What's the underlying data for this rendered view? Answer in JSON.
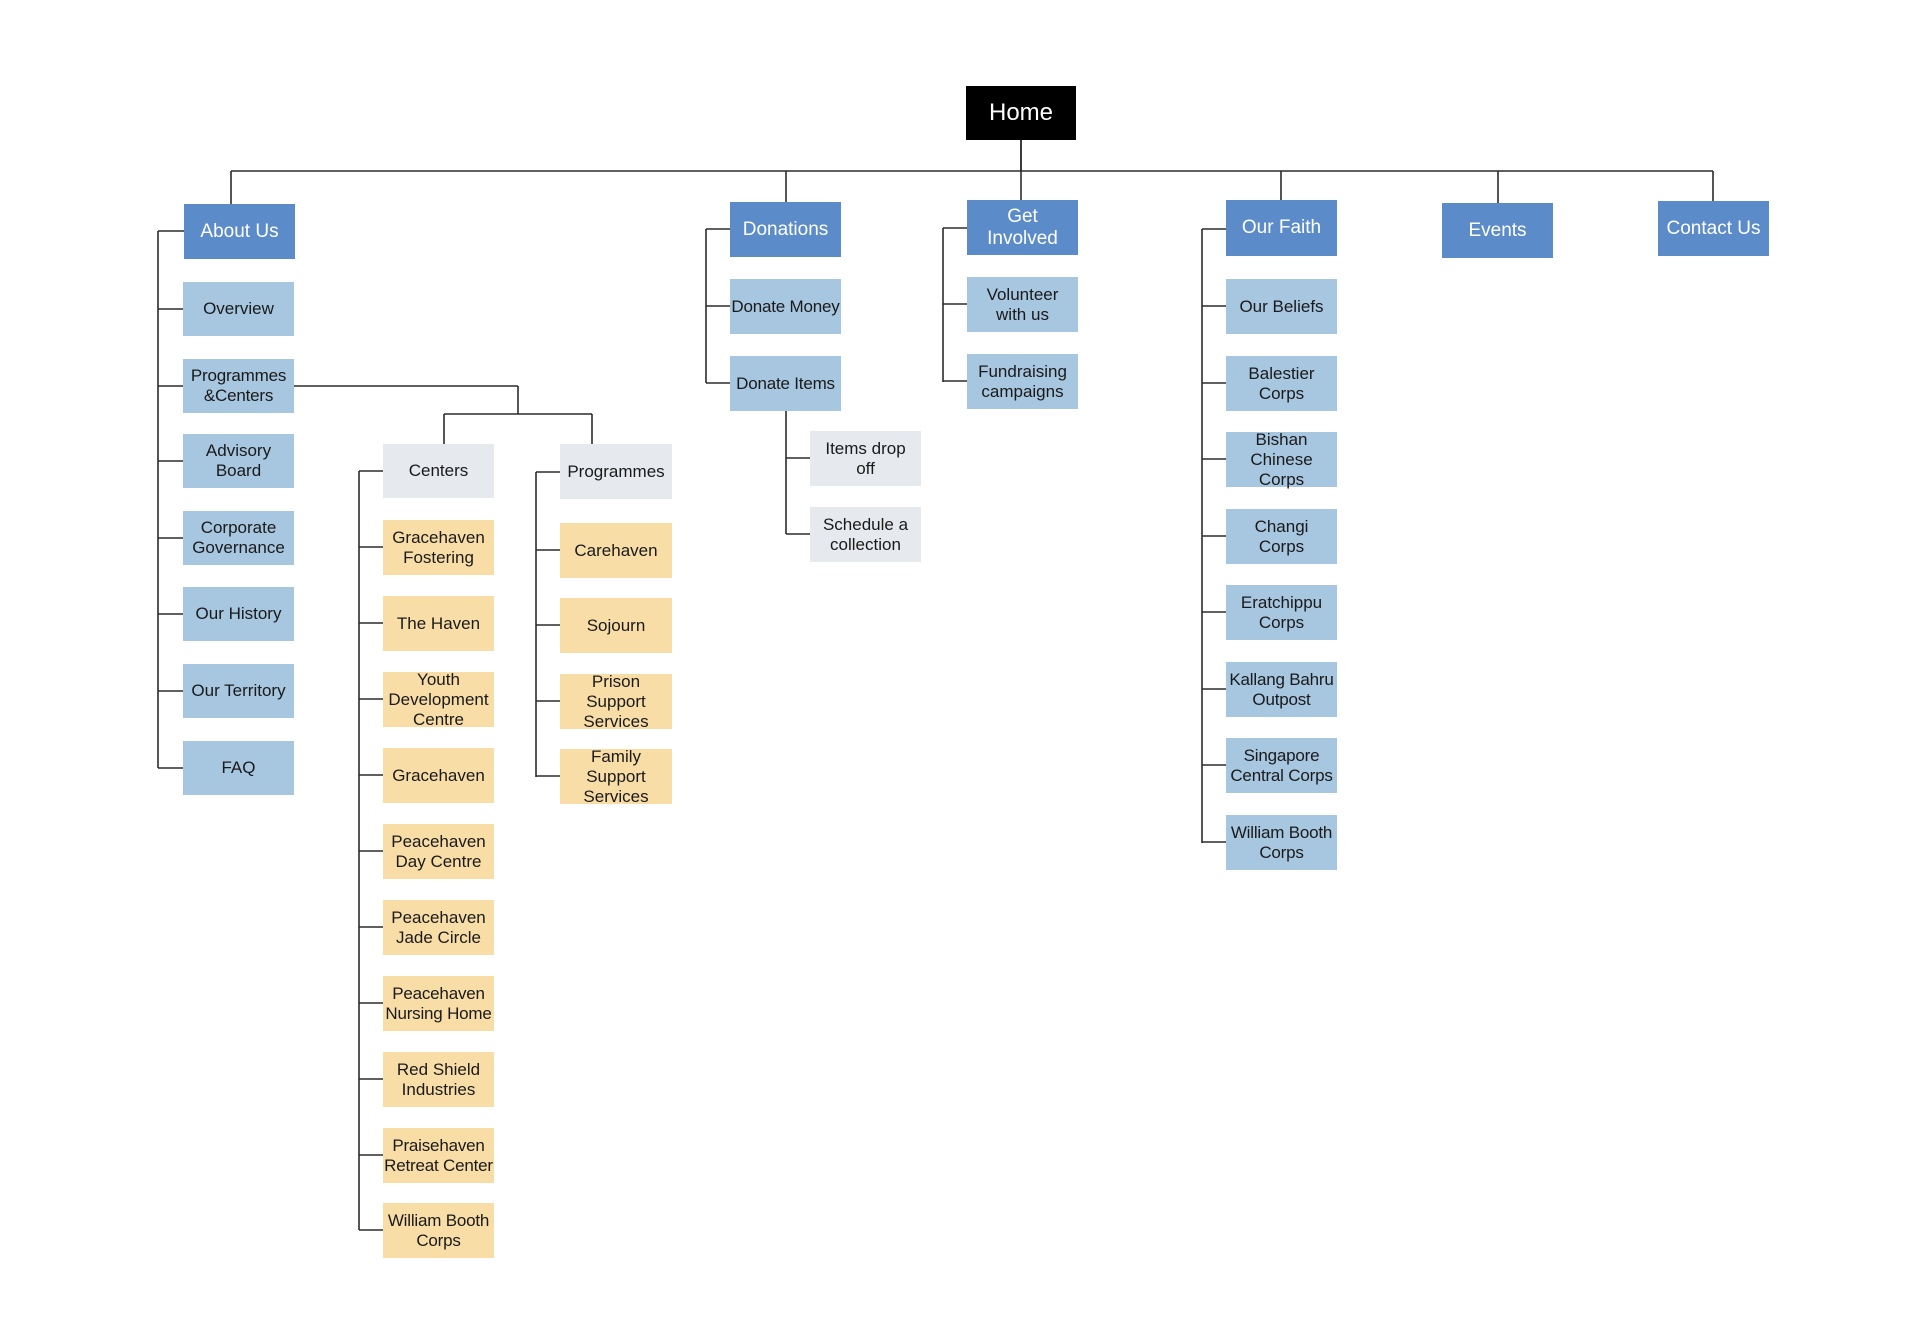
{
  "colors": {
    "root": "#000000",
    "main": "#5b8bc9",
    "sub": "#a7c6e0",
    "group": "#e6e9ee",
    "leaf": "#f8dda7",
    "line": "#2b2b2b"
  },
  "home": "Home",
  "about": {
    "title": "About Us",
    "items": [
      "Overview",
      "Programmes\n&Centers",
      "Advisory\nBoard",
      "Corporate\nGovernance",
      "Our History",
      "Our Territory",
      "FAQ"
    ]
  },
  "centers": {
    "title": "Centers",
    "items": [
      "Gracehaven\nFostering",
      "The Haven",
      "Youth\nDevelopment\nCentre",
      "Gracehaven",
      "Peacehaven\nDay Centre",
      "Peacehaven\nJade Circle",
      "Peacehaven\nNursing Home",
      "Red Shield\nIndustries",
      "Praisehaven\nRetreat Center",
      "William Booth\nCorps"
    ]
  },
  "programmes": {
    "title": "Programmes",
    "items": [
      "Carehaven",
      "Sojourn",
      "Prison\nSupport\nServices",
      "Family\nSupport\nServices"
    ]
  },
  "donations": {
    "title": "Donations",
    "items": [
      "Donate Money",
      "Donate Items"
    ],
    "donate_items_children": [
      "Items drop\noff",
      "Schedule a\ncollection"
    ]
  },
  "get_involved": {
    "title": "Get\nInvolved",
    "items": [
      "Volunteer\nwith us",
      "Fundraising\ncampaigns"
    ]
  },
  "our_faith": {
    "title": "Our Faith",
    "items": [
      "Our Beliefs",
      "Balestier\nCorps",
      "Bishan\nChinese\nCorps",
      "Changi Corps",
      "Eratchippu\nCorps",
      "Kallang Bahru\nOutpost",
      "Singapore\nCentral Corps",
      "William Booth\nCorps"
    ]
  },
  "events": "Events",
  "contact": "Contact Us"
}
